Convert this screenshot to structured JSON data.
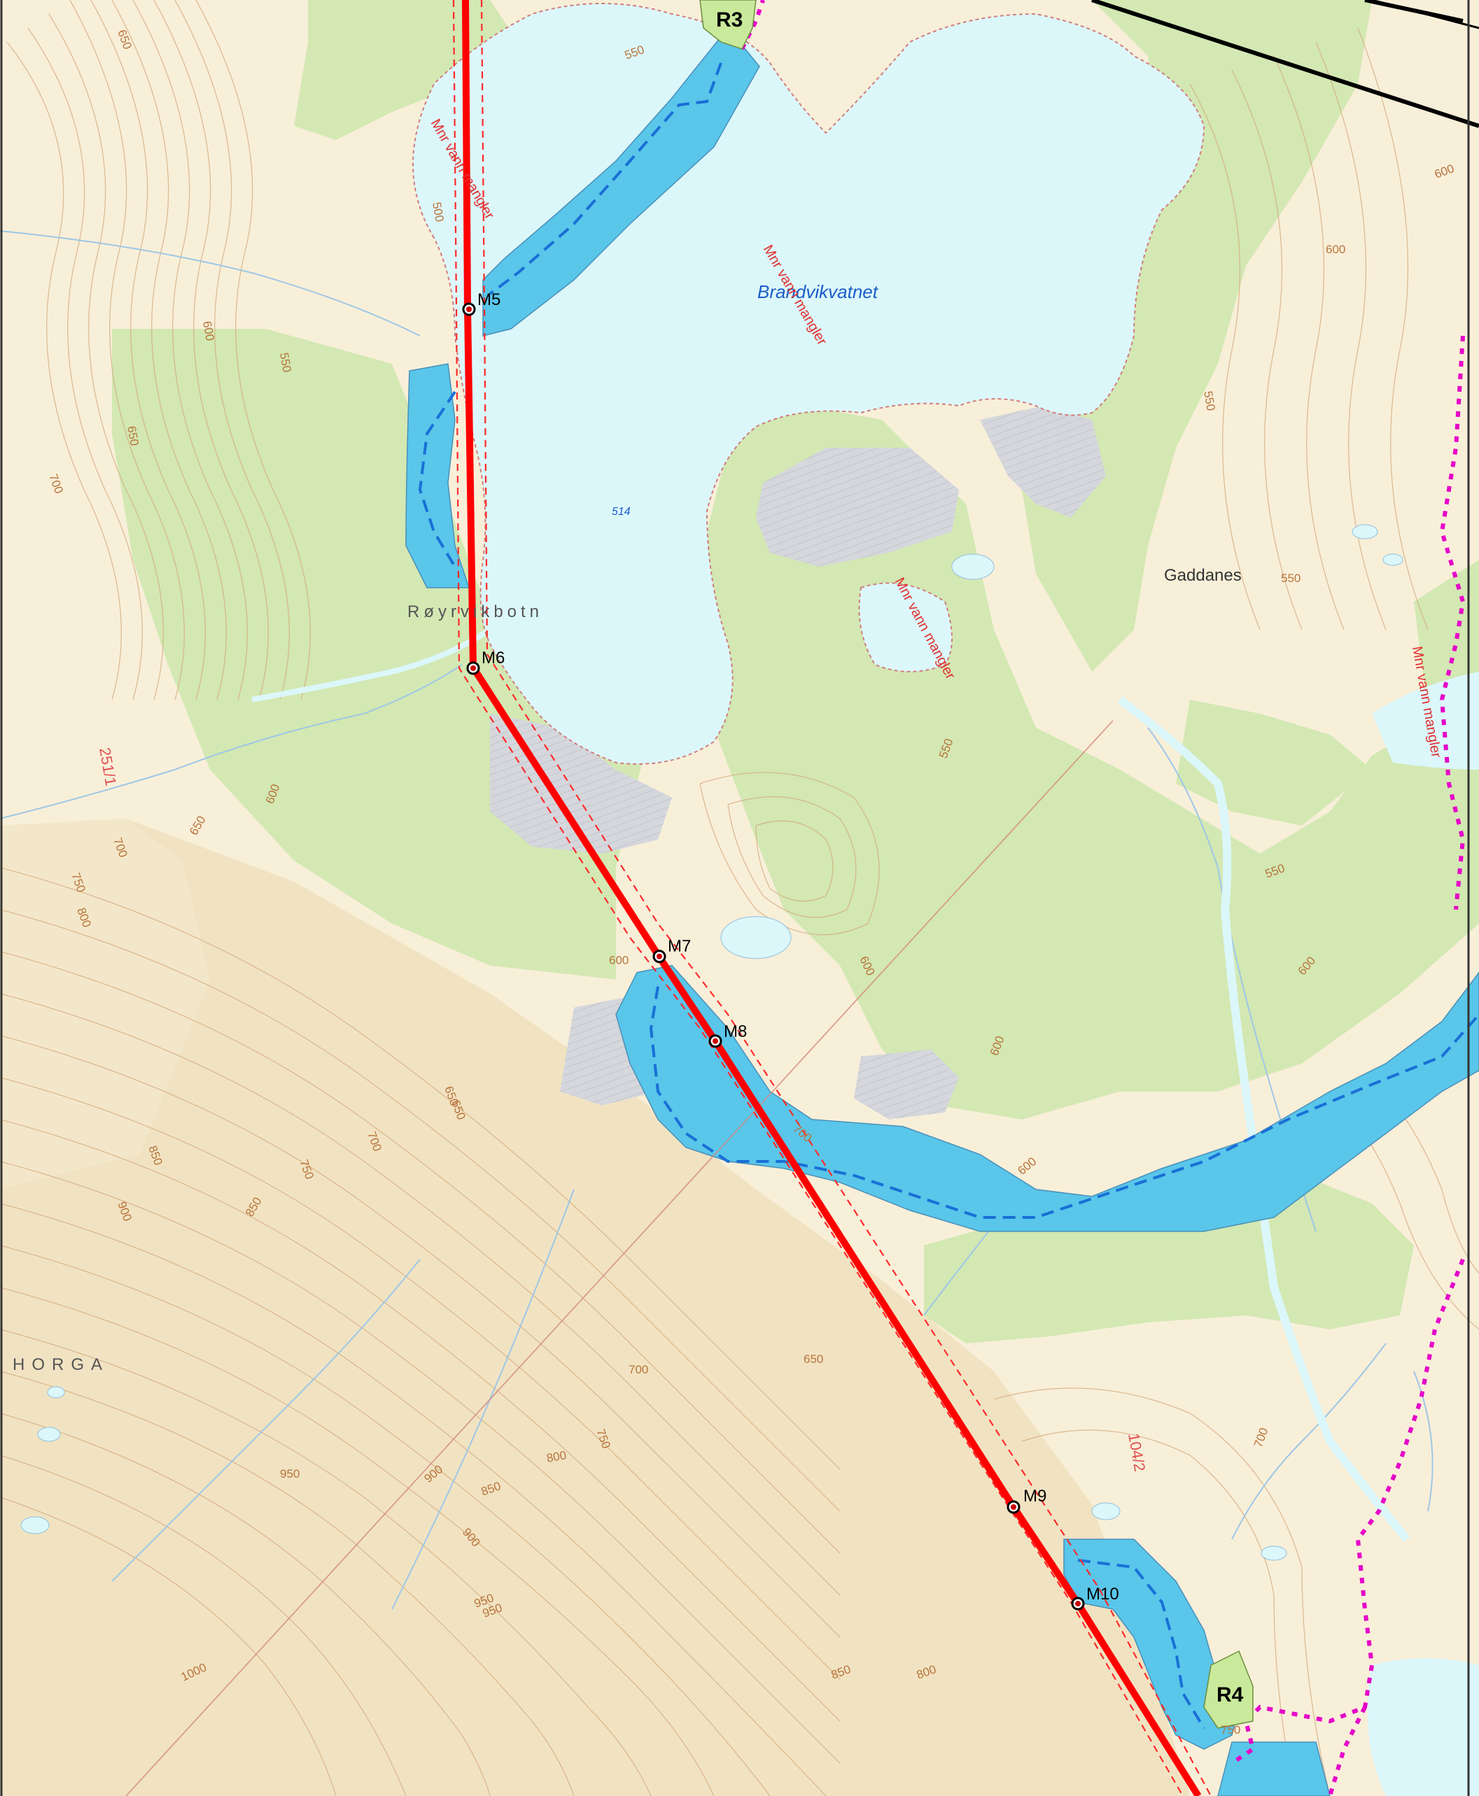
{
  "colors": {
    "terrain": "#f8efd9",
    "terrain_dark": "#eeddb6",
    "forest": "#d3e8b3",
    "water": "#dcf7fa",
    "water_zone": "#59c6ea",
    "bog": "#d5d7dc",
    "contour": "#d5a97c",
    "route": "#ff0000",
    "corridor": "#ff2a2a",
    "zone_center": "#1a6fd6",
    "pink_track": "#e600c8",
    "boundary": "#000000",
    "stream": "#9ec7e6",
    "rig_area": "#c9e99b"
  },
  "labels": {
    "lake": "Brandvikvatnet",
    "lake_elevation": "514",
    "farm": "Røyrvikbotn",
    "gaddanes": "Gaddanes",
    "horga": "HORGA",
    "plot_251": "251/1",
    "plot_104": "104/2",
    "missing_water_1": "Mnr vann mangler",
    "missing_water_2": "Mnr vann mangler",
    "missing_water_3": "Mnr vann mangler",
    "missing_water_4": "Mnr vann mangler"
  },
  "elevations": [
    "650",
    "600",
    "550",
    "550",
    "600",
    "600",
    "550",
    "650",
    "700",
    "550",
    "700",
    "650",
    "600",
    "750",
    "800",
    "550",
    "550",
    "600",
    "600",
    "650",
    "700",
    "600",
    "600",
    "500",
    "600",
    "650",
    "700",
    "750",
    "850",
    "850",
    "900",
    "900",
    "950",
    "950",
    "1000",
    "750",
    "800",
    "850",
    "650",
    "700",
    "750",
    "800",
    "850",
    "900",
    "950",
    "600",
    "700",
    "750",
    "850",
    "800"
  ],
  "markers": {
    "M5": "M5",
    "M6": "M6",
    "M7": "M7",
    "M8": "M8",
    "M9": "M9",
    "M10": "M10"
  },
  "rigs": {
    "R3": "R3",
    "R4": "R4"
  }
}
